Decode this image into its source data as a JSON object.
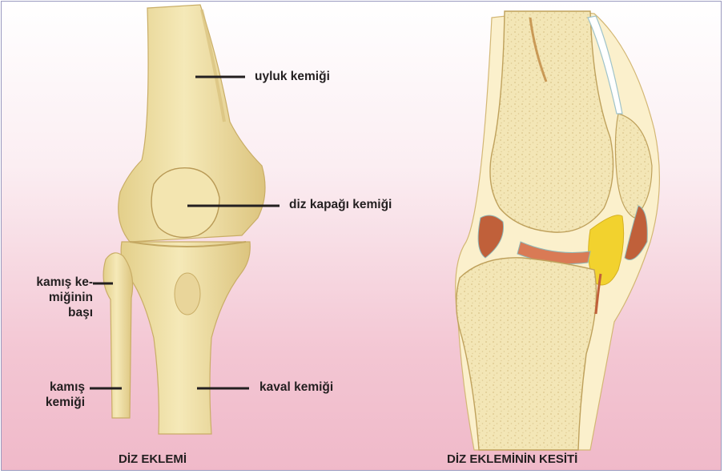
{
  "labels": {
    "femur": "uyluk kemiği",
    "patella": "diz kapağı kemiği",
    "fibula_head": "kamış ke-\nmiğinin\nbaşı",
    "fibula": "kamış\nkemiği",
    "tibia": "kaval kemiği"
  },
  "captions": {
    "knee_joint": "DİZ EKLEMİ",
    "knee_section": "DİZ EKLEMİNİN KESİTİ"
  },
  "colors": {
    "bone": "#f1e3ab",
    "bone_shadow": "#d8c27e",
    "cartilage": "#cfe3e0",
    "fat_pad": "#f2d22e",
    "synovial": "#c0603a",
    "background_bottom": "#f0b9c9"
  }
}
